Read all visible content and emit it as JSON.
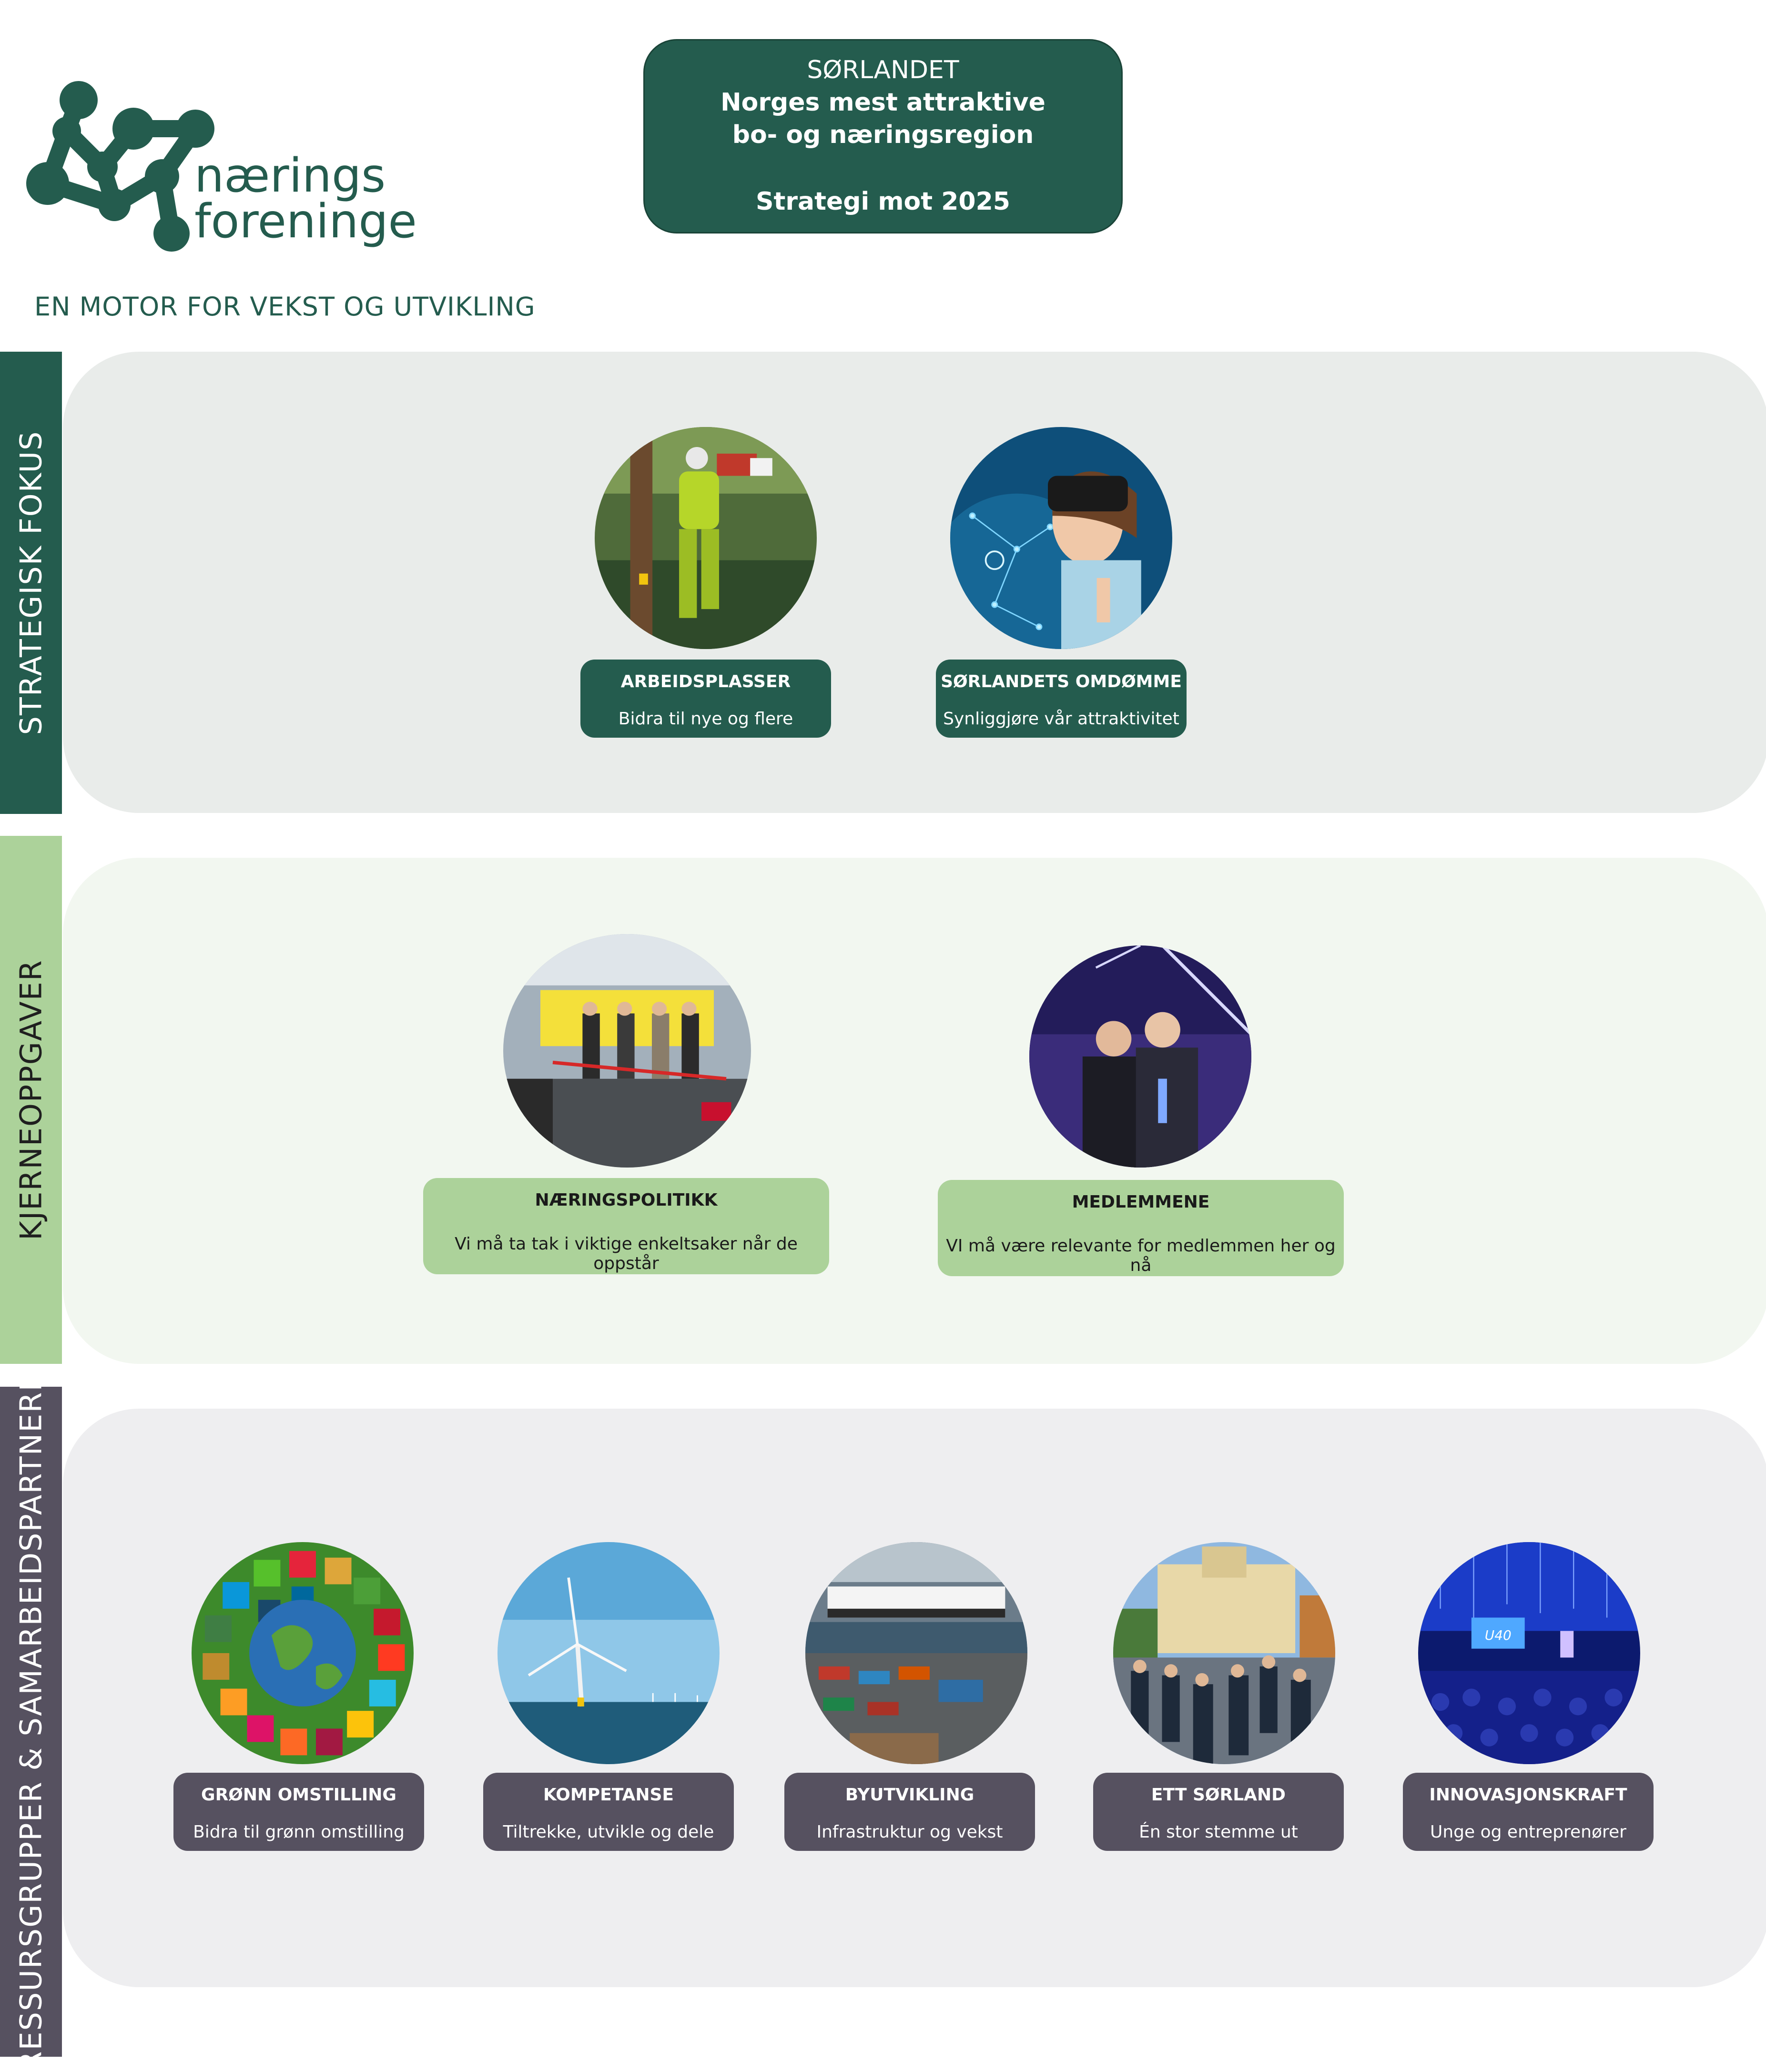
{
  "logo": {
    "line1": "nærings",
    "line2": "foreningen"
  },
  "tagline": "EN MOTOR FOR VEKST OG UTVIKLING",
  "header": {
    "line1": "SØRLANDET",
    "line2": "Norges mest attraktive",
    "line3": "bo- og næringsregion",
    "line4": "Strategi mot 2025"
  },
  "sections": {
    "strategic": {
      "label": "STRATEGISK FOKUS"
    },
    "core": {
      "label": "KJERNEOPPGAVER"
    },
    "resources": {
      "label": "RESSURSGRUPPER & SAMARBEIDSPARTNERE"
    }
  },
  "strategic_items": [
    {
      "title": "ARBEIDSPLASSER",
      "subtitle": "Bidra til nye og flere"
    },
    {
      "title": "SØRLANDETS OMDØMME",
      "subtitle": "Synliggjøre vår attraktivitet"
    }
  ],
  "core_items": [
    {
      "title": "NÆRINGSPOLITIKK",
      "subtitle": "Vi må ta tak i viktige enkeltsaker når de oppstår"
    },
    {
      "title": "MEDLEMMENE",
      "subtitle": "VI må være relevante for medlemmen her og nå"
    }
  ],
  "resource_items": [
    {
      "title": "GRØNN OMSTILLING",
      "subtitle": "Bidra til grønn omstilling"
    },
    {
      "title": "KOMPETANSE",
      "subtitle": "Tiltrekke, utvikle og dele"
    },
    {
      "title": "BYUTVIKLING",
      "subtitle": "Infrastruktur og vekst"
    },
    {
      "title": "ETT SØRLAND",
      "subtitle": "Én stor stemme ut"
    },
    {
      "title": "INNOVASJONSKRAFT",
      "subtitle": "Unge og entreprenører"
    }
  ],
  "screen_text": {
    "u40": "U40"
  },
  "colors": {
    "dark_green": "#245c4e",
    "light_green": "#acd29a",
    "gray_purple": "#565160"
  }
}
